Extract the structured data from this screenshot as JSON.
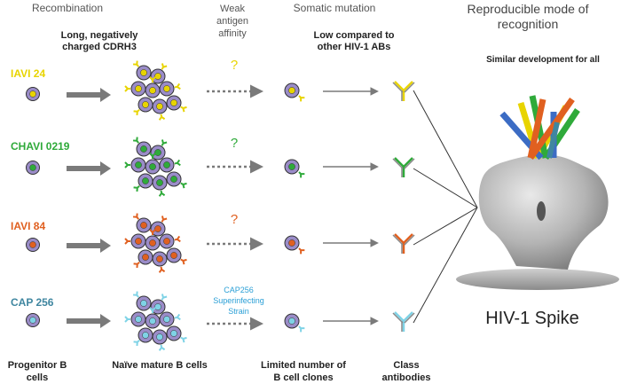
{
  "headers": {
    "recombination": "Recombination",
    "weak_antigen": [
      "Weak",
      "antigen",
      "affinity"
    ],
    "somatic": "Somatic mutation",
    "reproducible": [
      "Reproducible mode of",
      "recognition"
    ]
  },
  "subheaders": {
    "cdrh3": [
      "Long, negatively",
      "charged CDRH3"
    ],
    "low_compared": [
      "Low compared to",
      "other HIV-1 ABs"
    ],
    "similar": "Similar development for all"
  },
  "rows": [
    {
      "label": "IAVI 24",
      "color": "#e8d400",
      "mark": "?"
    },
    {
      "label": "CHAVI 0219",
      "color": "#2faa3a",
      "mark": "?"
    },
    {
      "label": "IAVI 84",
      "color": "#e06020",
      "mark": "?"
    },
    {
      "label": "CAP 256",
      "color": "#3f86a0",
      "mark": ""
    }
  ],
  "cap256_note": [
    "CAP256",
    "Superinfecting",
    "Strain"
  ],
  "cap256_note_color": "#2a9fd6",
  "cap256_cell_color": "#7fd3e6",
  "cell_fill": "#9a8cc8",
  "arrow_color": "#7a7a7a",
  "footers": {
    "progenitor": [
      "Progenitor B",
      "cells"
    ],
    "naive": "Naïve mature B cells",
    "limited": [
      "Limited number of",
      "B cell clones"
    ],
    "class": [
      "Class",
      "antibodies"
    ]
  },
  "spike_label": "HIV-1 Spike"
}
